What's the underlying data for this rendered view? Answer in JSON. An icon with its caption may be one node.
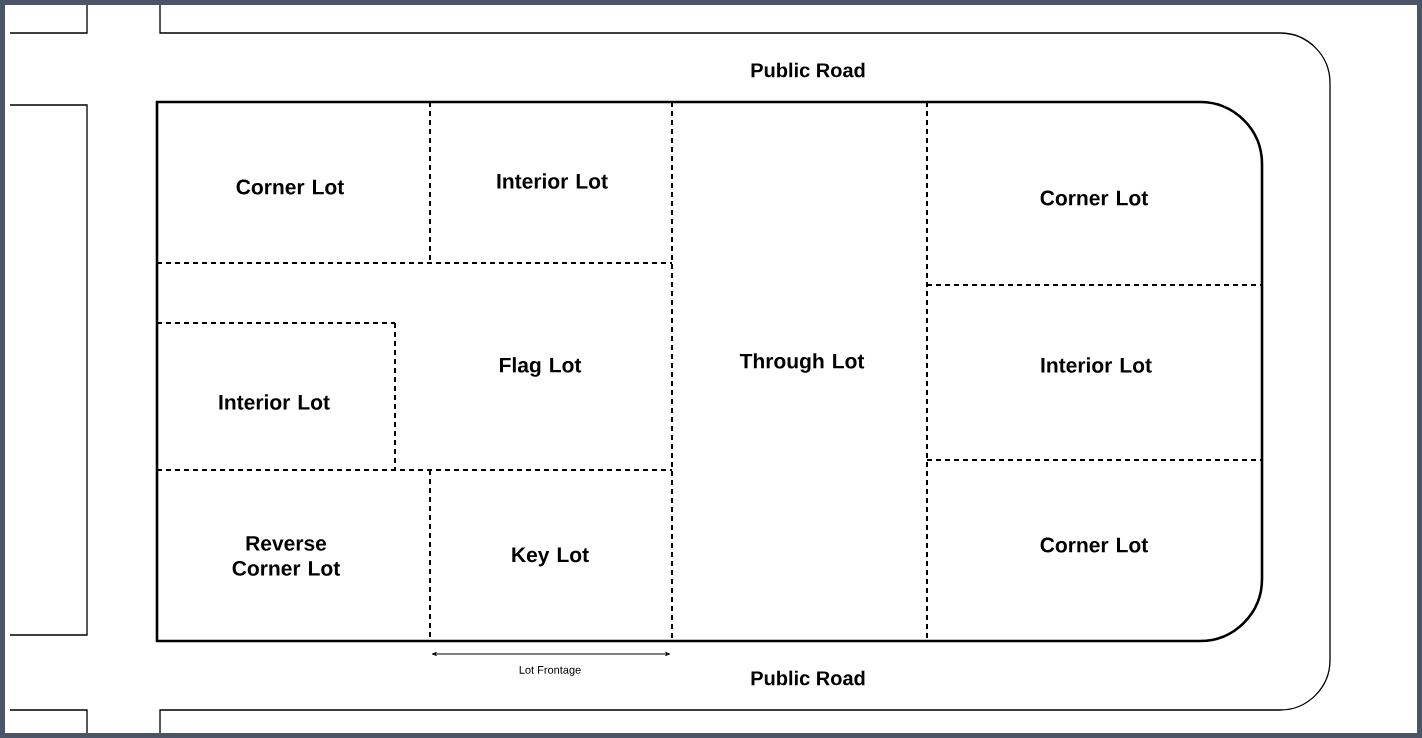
{
  "diagram": {
    "nodes": [
      {
        "text": [
          "Corner Lot"
        ]
      },
      {
        "text": [
          "Interior Lot"
        ]
      },
      {
        "text": [
          "Through Lot"
        ]
      },
      {
        "text": [
          "Corner Lot"
        ]
      },
      {
        "text": [
          "Flag Lot"
        ]
      },
      {
        "text": [
          "Interior Lot"
        ]
      },
      {
        "text": [
          "Interior Lot"
        ]
      },
      {
        "text": [
          "Reverse Corner Lot"
        ]
      },
      {
        "text": [
          "Key Lot"
        ]
      },
      {
        "text": [
          "Corner Lot"
        ]
      }
    ],
    "labels": [
      "Public Road",
      "Lot Frontage",
      "Public Road"
    ]
  }
}
